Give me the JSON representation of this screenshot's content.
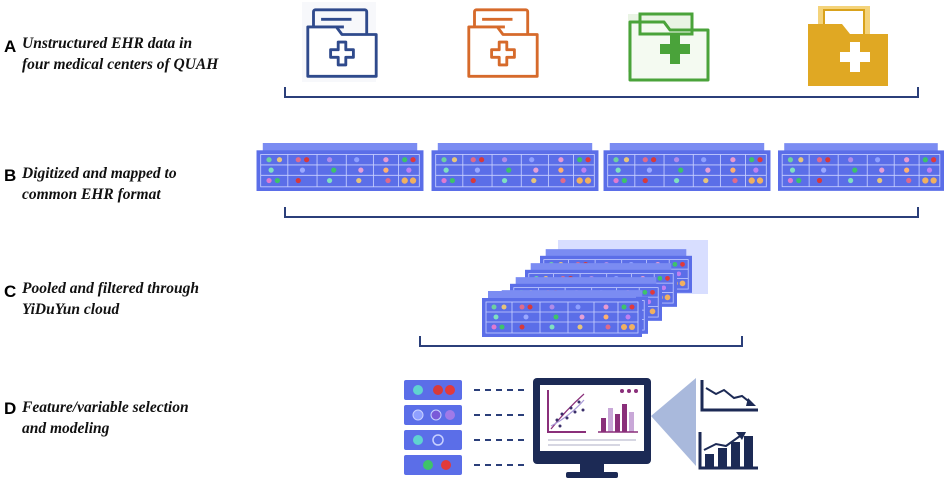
{
  "steps": [
    {
      "letter": "A",
      "lines": [
        "Unstructured EHR data in",
        "four medical centers of QUAH"
      ]
    },
    {
      "letter": "B",
      "lines": [
        "Digitized and mapped to",
        "common EHR format"
      ]
    },
    {
      "letter": "C",
      "lines": [
        "Pooled and filtered through",
        "YiDuYun cloud"
      ]
    },
    {
      "letter": "D",
      "lines": [
        "Feature/variable selection",
        "and modeling"
      ]
    }
  ],
  "icons": {
    "folders": [
      "folder-plus-icon-blue",
      "folder-plus-icon-orange",
      "folder-plus-icon-green",
      "folder-plus-icon-gold"
    ],
    "tables": "ehr-table-icon",
    "monitor": "monitor-chart-icon",
    "trend_down": "trend-down-chart-icon",
    "trend_up": "trend-up-bar-chart-icon"
  },
  "colors": {
    "folder_blue": "#2f4a8c",
    "folder_orange": "#d66a2b",
    "folder_green": "#4aa33a",
    "folder_gold": "#d9a21b",
    "table_fill": "#5b6ee8",
    "table_header": "#7889f0",
    "bracket": "#2b3f7a",
    "monitor": "#1c2a55",
    "chart_purple": "#8a2f7a"
  }
}
